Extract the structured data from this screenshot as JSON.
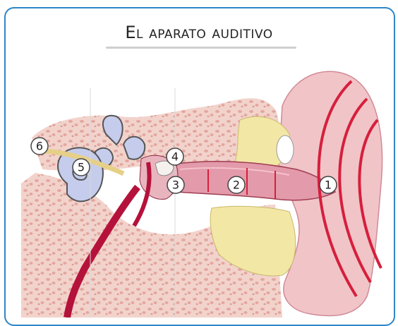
{
  "title": "El aparato auditivo",
  "labels": {
    "l1": "1",
    "l2": "2",
    "l3": "3",
    "l4": "4",
    "l5": "5",
    "l6": "6"
  },
  "colors": {
    "border": "#2f86c8",
    "skin": "#f7ddd6",
    "outer_ear": "#f1c4c8",
    "cartilage": "#f3e7a6",
    "bone": "#eec9c2",
    "bone_dots": "#e3a79f",
    "canal": "#e39aaa",
    "wave": "#d61f3c",
    "cochlea": "#b8bfe6",
    "vessel": "#b5123b"
  },
  "icons": [
    "sound-wave-icon"
  ]
}
